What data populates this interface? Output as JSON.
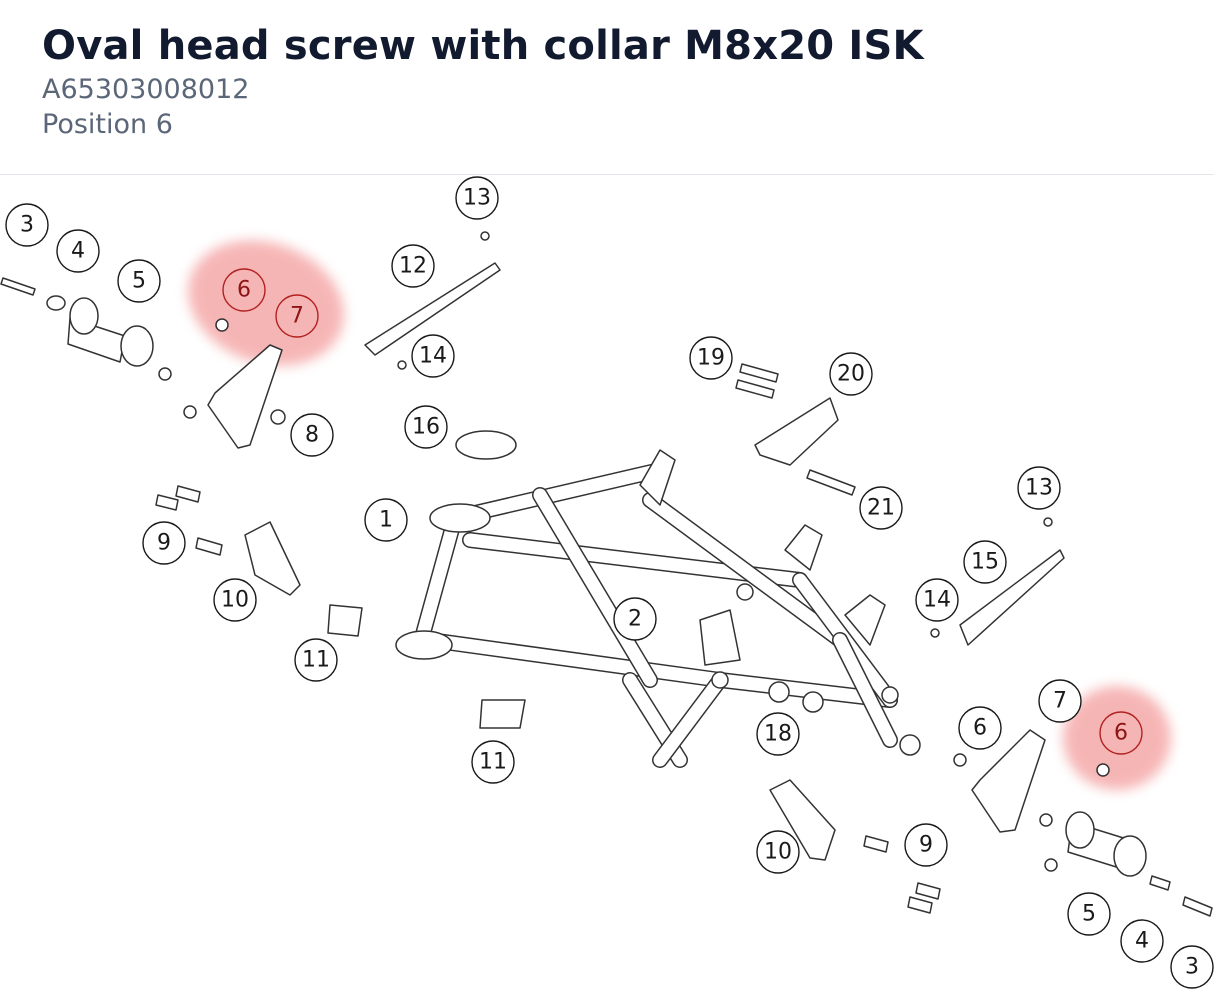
{
  "part": {
    "title": "Oval head screw with collar M8x20 ISK",
    "number": "A65303008012",
    "position": "Position 6"
  },
  "colors": {
    "highlight": "#f07a7a",
    "title": "#111a2e",
    "subtitle": "#5b6678"
  },
  "highlight_position": "6",
  "callouts": {
    "c3a": "3",
    "c4a": "4",
    "c5a": "5",
    "c6a": "6",
    "c7a": "7",
    "c8": "8",
    "c9a": "9",
    "c10a": "10",
    "c11a": "11",
    "c12": "12",
    "c13a": "13",
    "c14a": "14",
    "c16": "16",
    "c1": "1",
    "c2": "2",
    "c11b": "11",
    "c19": "19",
    "c20": "20",
    "c21": "21",
    "c13b": "13",
    "c15": "15",
    "c14b": "14",
    "c7b": "7",
    "c6b": "6",
    "c6c": "6",
    "c18": "18",
    "c10b": "10",
    "c9b": "9",
    "c5b": "5",
    "c4b": "4",
    "c3b": "3"
  }
}
